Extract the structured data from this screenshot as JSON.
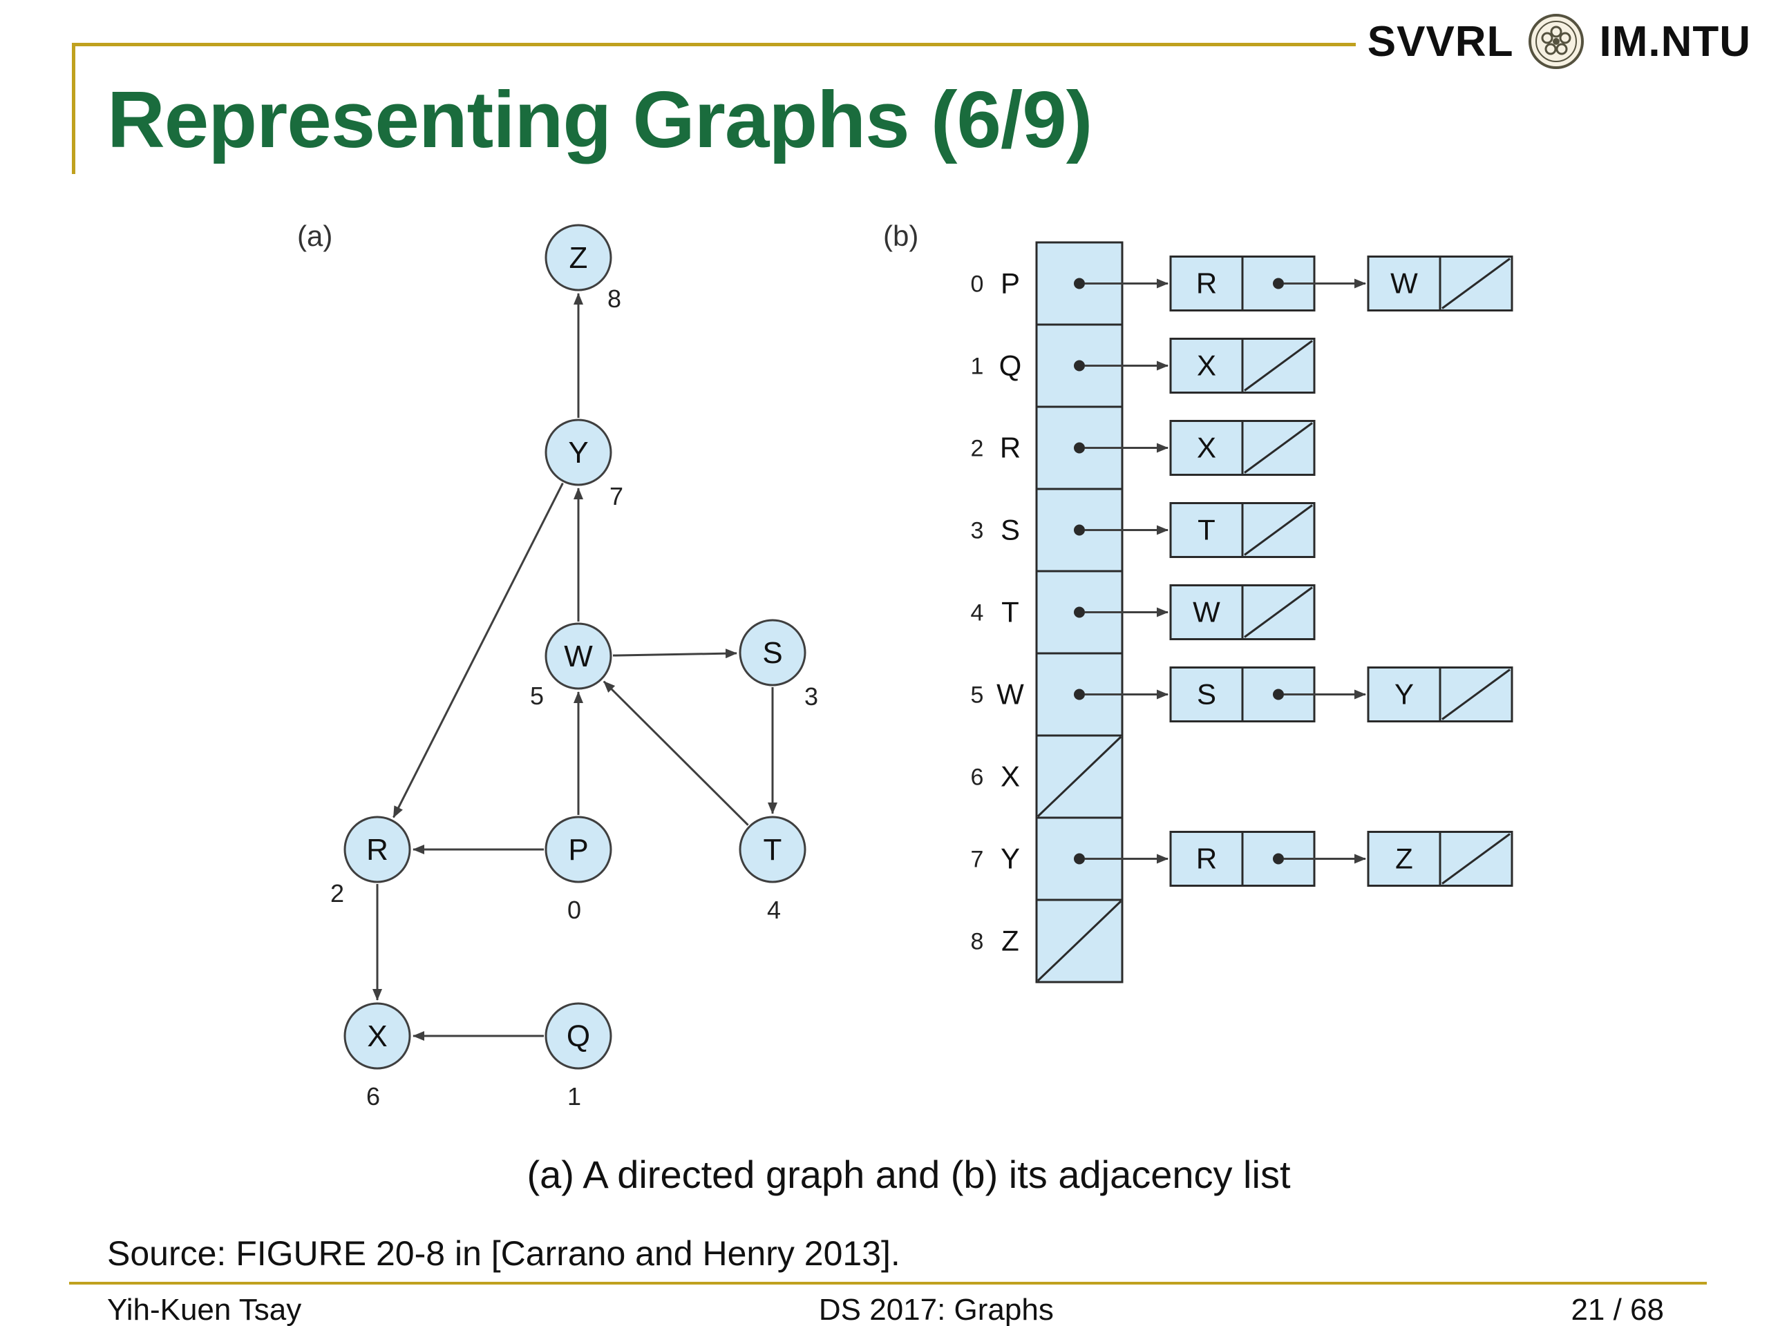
{
  "header": {
    "org_left": "SVVRL",
    "seal_icon": "ntu-seal-icon",
    "org_right": "IM.NTU"
  },
  "title": "Representing Graphs (6/9)",
  "figure": {
    "label_a": "(a)",
    "label_b": "(b)",
    "caption": "(a) A directed graph and (b) its adjacency list",
    "graph": {
      "nodes": [
        {
          "id": "P",
          "num": 0
        },
        {
          "id": "Q",
          "num": 1
        },
        {
          "id": "R",
          "num": 2
        },
        {
          "id": "S",
          "num": 3
        },
        {
          "id": "T",
          "num": 4
        },
        {
          "id": "W",
          "num": 5
        },
        {
          "id": "X",
          "num": 6
        },
        {
          "id": "Y",
          "num": 7
        },
        {
          "id": "Z",
          "num": 8
        }
      ],
      "edges": [
        [
          "Y",
          "Z"
        ],
        [
          "W",
          "Y"
        ],
        [
          "W",
          "S"
        ],
        [
          "S",
          "T"
        ],
        [
          "T",
          "W"
        ],
        [
          "P",
          "W"
        ],
        [
          "Y",
          "R"
        ],
        [
          "P",
          "R"
        ],
        [
          "R",
          "X"
        ],
        [
          "Q",
          "X"
        ]
      ]
    },
    "adjacency_list": {
      "rows": [
        {
          "index": 0,
          "vertex": "P",
          "chain": [
            "R",
            "W"
          ]
        },
        {
          "index": 1,
          "vertex": "Q",
          "chain": [
            "X"
          ]
        },
        {
          "index": 2,
          "vertex": "R",
          "chain": [
            "X"
          ]
        },
        {
          "index": 3,
          "vertex": "S",
          "chain": [
            "T"
          ]
        },
        {
          "index": 4,
          "vertex": "T",
          "chain": [
            "W"
          ]
        },
        {
          "index": 5,
          "vertex": "W",
          "chain": [
            "S",
            "Y"
          ]
        },
        {
          "index": 6,
          "vertex": "X",
          "chain": []
        },
        {
          "index": 7,
          "vertex": "Y",
          "chain": [
            "R",
            "Z"
          ]
        },
        {
          "index": 8,
          "vertex": "Z",
          "chain": []
        }
      ]
    }
  },
  "source_note": "Source: FIGURE 20-8 in [Carrano and Henry 2013].",
  "footer": {
    "author": "Yih-Kuen Tsay",
    "course": "DS 2017: Graphs",
    "page": "21 / 68"
  },
  "colors": {
    "title_green": "#1a6c3d",
    "gold": "#c0a11e",
    "cell_blue": "#cfe8f6",
    "line_dark": "#3f3f3f",
    "border_dark": "#2a2a2a"
  }
}
